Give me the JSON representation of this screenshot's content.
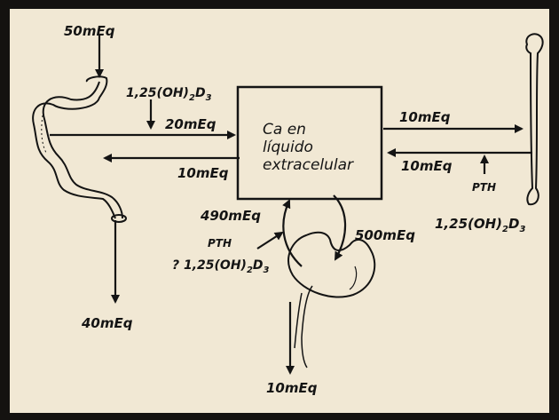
{
  "labels": {
    "intestine_input": "50mEq",
    "vitd_intestine": "1,25(OH)",
    "vitd_intestine_sub2": "2",
    "vitd_intestine_d": "D",
    "vitd_intestine_sub3": "3",
    "absorption": "20mEq",
    "secretion": "10mEq",
    "fecal": "40mEq",
    "box_line1": "Ca en",
    "box_line2": "líquido",
    "box_line3": "extracelular",
    "bone_out": "10mEq",
    "bone_in": "10mEq",
    "pth_bone": "PTH",
    "vitd_bone": "1,25(OH)",
    "vitd_bone_sub2": "2",
    "vitd_bone_d": "D",
    "vitd_bone_sub3": "3",
    "reabsorption": "490mEq",
    "filtration": "500mEq",
    "pth_kidney": "PTH",
    "vitd_kidney": "? 1,25(OH)",
    "vitd_kidney_sub2": "2",
    "vitd_kidney_d": "D",
    "vitd_kidney_sub3": "3",
    "urine": "10mEq"
  },
  "colors": {
    "paper": "#f1e8d4",
    "frame": "#141210",
    "ink": "#141414"
  }
}
